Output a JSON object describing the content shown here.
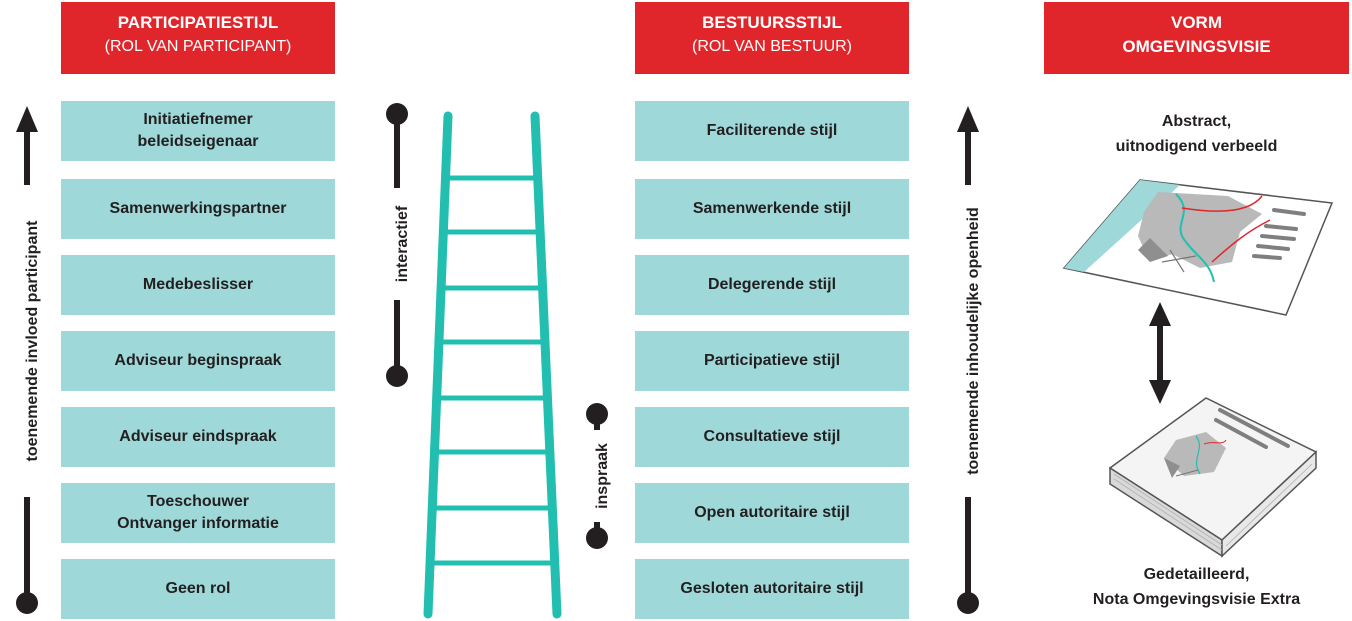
{
  "headers": {
    "participation": {
      "title": "PARTICIPATIESTIJL",
      "subtitle": "(ROL VAN PARTICIPANT)"
    },
    "governance": {
      "title": "BESTUURSSTIJL",
      "subtitle": "(ROL VAN BESTUUR)"
    },
    "form": {
      "line1": "VORM",
      "line2": "OMGEVINGSVISIE"
    }
  },
  "participant_roles": [
    {
      "line1": "Initiatiefnemer",
      "line2": "beleidseigenaar"
    },
    {
      "line1": "Samenwerkingspartner",
      "line2": ""
    },
    {
      "line1": "Medebeslisser",
      "line2": ""
    },
    {
      "line1": "Adviseur beginspraak",
      "line2": ""
    },
    {
      "line1": "Adviseur eindspraak",
      "line2": ""
    },
    {
      "line1": "Toeschouwer",
      "line2": "Ontvanger informatie"
    },
    {
      "line1": "Geen rol",
      "line2": ""
    }
  ],
  "governance_styles": [
    "Faciliterende stijl",
    "Samenwerkende stijl",
    "Delegerende stijl",
    "Participatieve stijl",
    "Consultatieve stijl",
    "Open autoritaire stijl",
    "Gesloten autoritaire stijl"
  ],
  "axis_labels": {
    "left": "toenemende invloed participant",
    "right": "toenemende inhoudelijke openheid"
  },
  "ladder_ranges": {
    "interactive": "interactief",
    "input": "inspraak"
  },
  "form_captions": {
    "top_line1": "Abstract,",
    "top_line2": "uitnodigend verbeeld",
    "bottom_line1": "Gedetailleerd,",
    "bottom_line2": "Nota Omgevingsvisie Extra"
  },
  "colors": {
    "header_red": "#e0262b",
    "box_teal": "#9ed8d8",
    "ladder_teal": "#22bfb0",
    "ink": "#231f20"
  }
}
